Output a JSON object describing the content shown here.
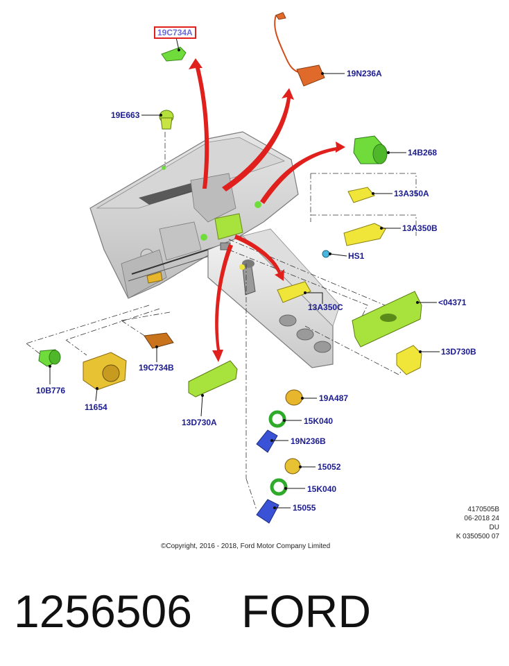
{
  "diagram": {
    "labels": {
      "c19C734A_top": "19C734A",
      "c19N236A": "19N236A",
      "c19E663": "19E663",
      "c14B268": "14B268",
      "c13A350A": "13A350A",
      "c13A350B": "13A350B",
      "cHS1": "HS1",
      "c13A350C": "13A350C",
      "c04371": "<04371",
      "c13D730B": "13D730B",
      "c10B776": "10B776",
      "c11654": "11654",
      "c19C734B": "19C734B",
      "c13D730A": "13D730A",
      "c19A487": "19A487",
      "c15K040_a": "15K040",
      "c19N236B": "19N236B",
      "c15052": "15052",
      "c15K040_b": "15K040",
      "c15055": "15055"
    },
    "meta": {
      "line1": "4170505B",
      "line2": "06-2018 24",
      "line3": "DU",
      "line4": "K 0350500 07"
    },
    "copyright": "©Copyright, 2016 - 2018, Ford Motor Company Limited",
    "colors": {
      "label": "#1b1b8f",
      "arrow": "#e0201c",
      "highlight_box": "#e0201c",
      "green_part": "#6fdc3c",
      "yellow_part": "#f0e63a",
      "amber_part": "#e7b62c",
      "blue_part": "#3a52d6",
      "orange_part": "#e06a2a"
    }
  },
  "footer": {
    "part_number": "1256506",
    "brand": "FORD"
  }
}
